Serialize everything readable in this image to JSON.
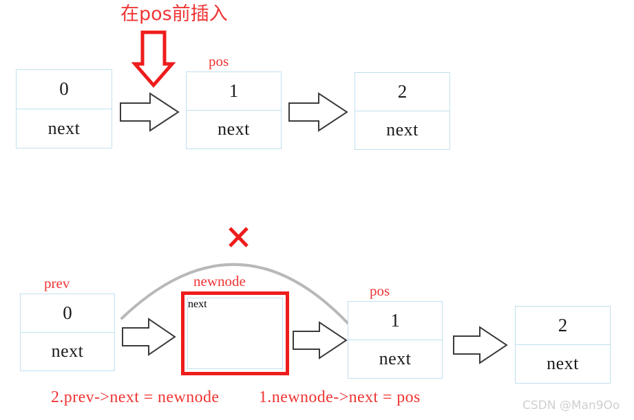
{
  "figure": {
    "title": "在pos前插入",
    "watermark": "CSDN @Man9Oo",
    "caption_left": "2.prev->next = newnode",
    "caption_right": "1.newnode->next = pos",
    "colors": {
      "node_border": "#bfe0ef",
      "highlight": "#ee1c1c",
      "annotation": "#f03434",
      "arrow_stroke": "#3a3a3a",
      "broken_link": "#b8b8b8",
      "watermark": "#cfcfcf"
    },
    "icons": {
      "insert_arrow": "red-down-arrow-icon",
      "link_arrow": "block-right-arrow-icon",
      "broken_link": "arc-link-icon",
      "cross": "red-x-icon"
    }
  },
  "before": {
    "label": "before-insertion-row",
    "nodes": [
      {
        "tag": "",
        "value": "0",
        "next": "next"
      },
      {
        "tag": "pos",
        "value": "1",
        "next": "next"
      },
      {
        "tag": "",
        "value": "2",
        "next": "next"
      }
    ]
  },
  "after": {
    "label": "after-insertion-row",
    "nodes": [
      {
        "tag": "prev",
        "value": "0",
        "next": "next",
        "highlight": false
      },
      {
        "tag": "newnode",
        "value": "",
        "next": "next",
        "highlight": true
      },
      {
        "tag": "pos",
        "value": "1",
        "next": "next",
        "highlight": false
      },
      {
        "tag": "",
        "value": "2",
        "next": "next",
        "highlight": false
      }
    ]
  }
}
